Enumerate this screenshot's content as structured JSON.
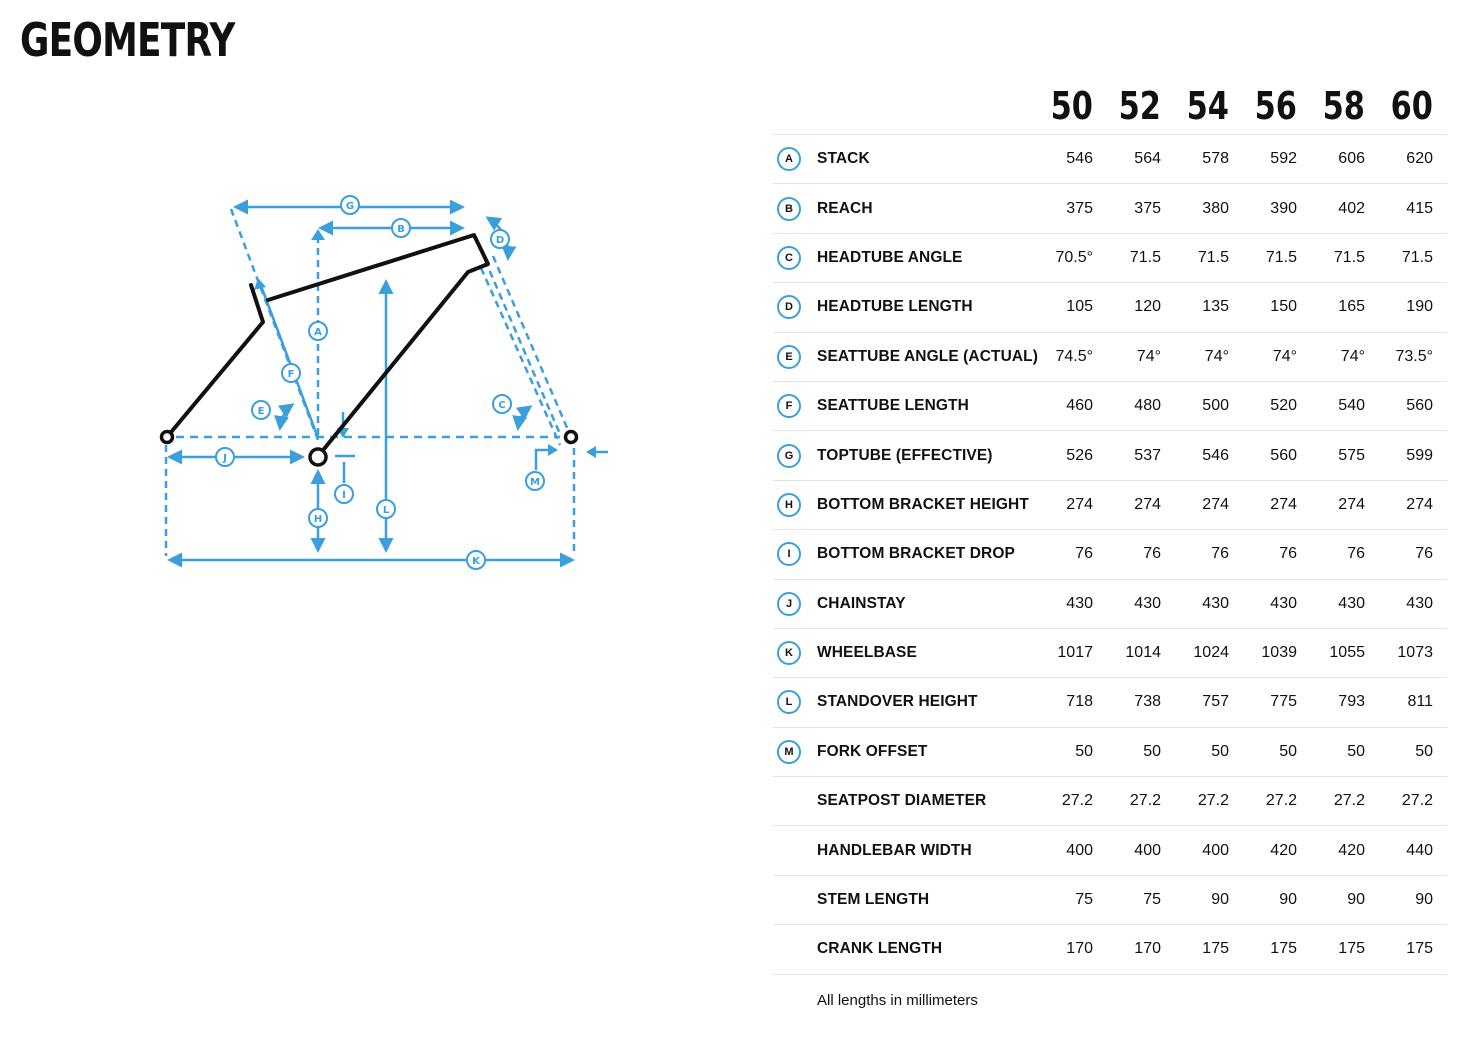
{
  "page": {
    "title": "GEOMETRY"
  },
  "colors": {
    "accent": "#3a9fdc",
    "frame": "#111111"
  },
  "diagram": {
    "labels": {
      "A": "A",
      "B": "B",
      "C": "C",
      "D": "D",
      "E": "E",
      "F": "F",
      "G": "G",
      "H": "H",
      "I": "I",
      "J": "J",
      "K": "K",
      "L": "L",
      "M": "M"
    }
  },
  "table": {
    "sizes": [
      "50",
      "52",
      "54",
      "56",
      "58",
      "60"
    ],
    "rows": [
      {
        "key": "A",
        "label": "STACK",
        "values": [
          "546",
          "564",
          "578",
          "592",
          "606",
          "620"
        ]
      },
      {
        "key": "B",
        "label": "REACH",
        "values": [
          "375",
          "375",
          "380",
          "390",
          "402",
          "415"
        ]
      },
      {
        "key": "C",
        "label": "HEADTUBE ANGLE",
        "values": [
          "70.5°",
          "71.5",
          "71.5",
          "71.5",
          "71.5",
          "71.5"
        ]
      },
      {
        "key": "D",
        "label": "HEADTUBE LENGTH",
        "values": [
          "105",
          "120",
          "135",
          "150",
          "165",
          "190"
        ]
      },
      {
        "key": "E",
        "label": "SEATTUBE ANGLE (ACTUAL)",
        "values": [
          "74.5°",
          "74°",
          "74°",
          "74°",
          "74°",
          "73.5°"
        ]
      },
      {
        "key": "F",
        "label": "SEATTUBE LENGTH",
        "values": [
          "460",
          "480",
          "500",
          "520",
          "540",
          "560"
        ]
      },
      {
        "key": "G",
        "label": "TOPTUBE (EFFECTIVE)",
        "values": [
          "526",
          "537",
          "546",
          "560",
          "575",
          "599"
        ]
      },
      {
        "key": "H",
        "label": "BOTTOM BRACKET HEIGHT",
        "values": [
          "274",
          "274",
          "274",
          "274",
          "274",
          "274"
        ]
      },
      {
        "key": "I",
        "label": "BOTTOM BRACKET DROP",
        "values": [
          "76",
          "76",
          "76",
          "76",
          "76",
          "76"
        ]
      },
      {
        "key": "J",
        "label": "CHAINSTAY",
        "values": [
          "430",
          "430",
          "430",
          "430",
          "430",
          "430"
        ]
      },
      {
        "key": "K",
        "label": "WHEELBASE",
        "values": [
          "1017",
          "1014",
          "1024",
          "1039",
          "1055",
          "1073"
        ]
      },
      {
        "key": "L",
        "label": "STANDOVER HEIGHT",
        "values": [
          "718",
          "738",
          "757",
          "775",
          "793",
          "811"
        ]
      },
      {
        "key": "M",
        "label": "FORK OFFSET",
        "values": [
          "50",
          "50",
          "50",
          "50",
          "50",
          "50"
        ]
      },
      {
        "key": "",
        "label": "SEATPOST DIAMETER",
        "values": [
          "27.2",
          "27.2",
          "27.2",
          "27.2",
          "27.2",
          "27.2"
        ]
      },
      {
        "key": "",
        "label": "HANDLEBAR WIDTH",
        "values": [
          "400",
          "400",
          "400",
          "420",
          "420",
          "440"
        ]
      },
      {
        "key": "",
        "label": "STEM LENGTH",
        "values": [
          "75",
          "75",
          "90",
          "90",
          "90",
          "90"
        ]
      },
      {
        "key": "",
        "label": "CRANK LENGTH",
        "values": [
          "170",
          "170",
          "175",
          "175",
          "175",
          "175"
        ]
      }
    ]
  },
  "footnote": "All lengths in millimeters"
}
